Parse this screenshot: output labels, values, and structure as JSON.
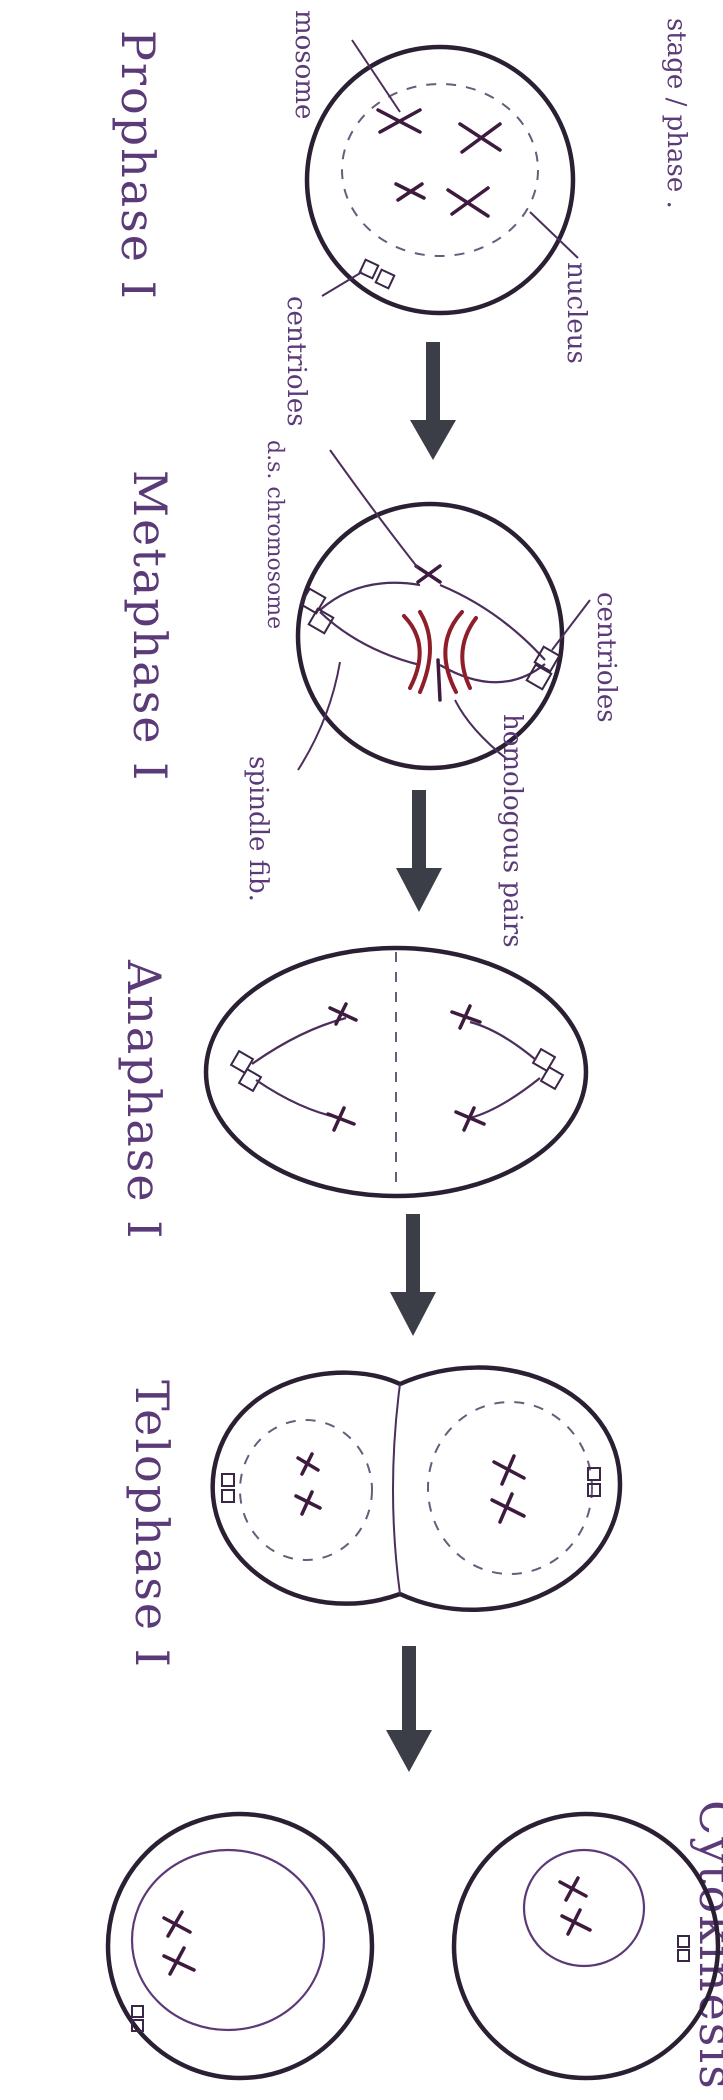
{
  "header": {
    "fragment_left": "mosome",
    "fragment_right": "stage / phase ."
  },
  "stages": {
    "prophase": "Prophase I",
    "metaphase": "Metaphase I",
    "anaphase": "Anaphase I",
    "telophase": "Telophase I",
    "cytokinesis": "Cytokinesis"
  },
  "labels": {
    "nucleus": "nucleus",
    "centrioles_1": "centrioles",
    "centrioles_2": "centrioles",
    "ds_chromosome": "d.s. chromosome",
    "homologous_pairs": "homologous pairs",
    "spindle_fibers": "spindle fib."
  },
  "colors": {
    "ink": "#5b3a78",
    "outline": "#2b2033",
    "chromosome_red": "#8e1f2a",
    "arrow": "#3b3e46"
  }
}
